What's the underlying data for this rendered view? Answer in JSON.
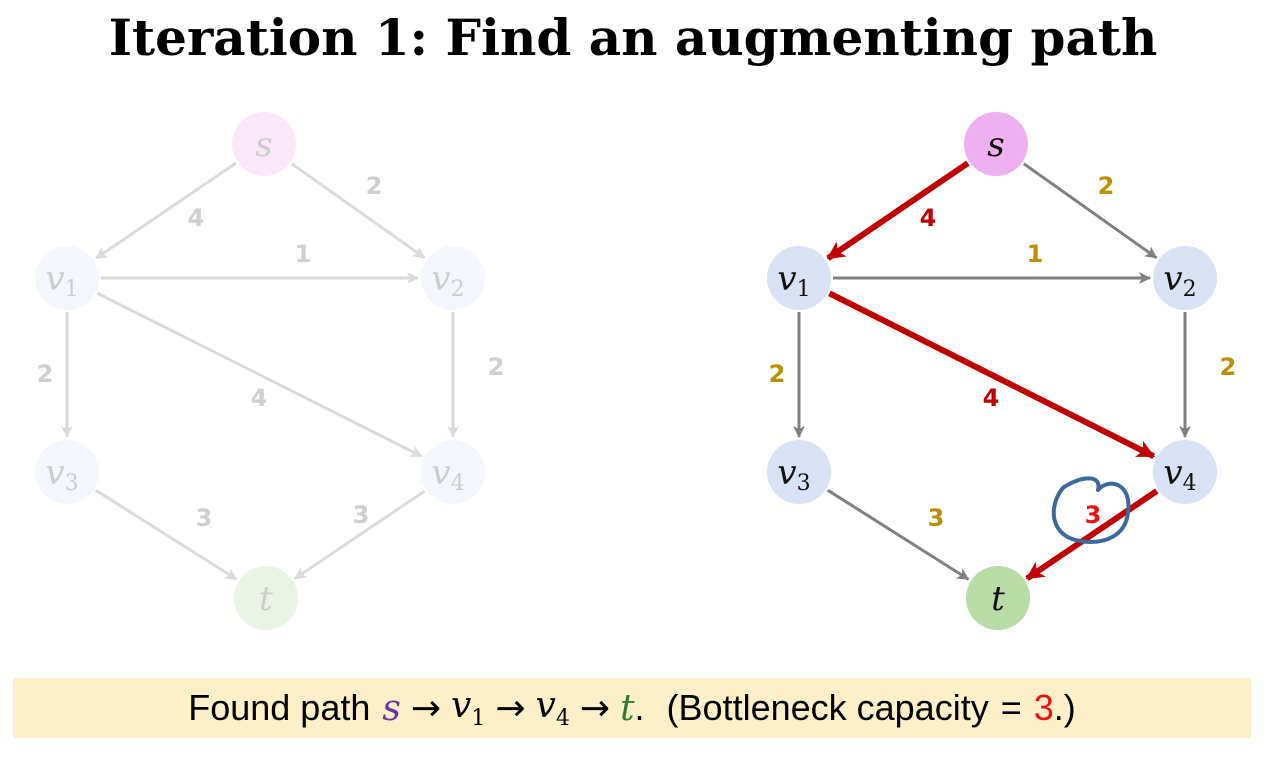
{
  "title": "Iteration 1: Find an augmenting path",
  "colors": {
    "source": "#efb0ef",
    "sink": "#b9dca6",
    "inner": "#d8e2f4",
    "edge": "#808080",
    "path": "#c00000",
    "capacity": "#bb9000",
    "bottleneck": "#ee1111",
    "annotation": "#3a6a9a",
    "caption_bg": "#fdf0c8",
    "s_text": "#7030a0",
    "t_text": "#2e7d32"
  },
  "graph": {
    "nodes": [
      {
        "id": "s",
        "base": "s",
        "sub": "",
        "kind": "source"
      },
      {
        "id": "v1",
        "base": "v",
        "sub": "1",
        "kind": "inner"
      },
      {
        "id": "v2",
        "base": "v",
        "sub": "2",
        "kind": "inner"
      },
      {
        "id": "v3",
        "base": "v",
        "sub": "3",
        "kind": "inner"
      },
      {
        "id": "v4",
        "base": "v",
        "sub": "4",
        "kind": "inner"
      },
      {
        "id": "t",
        "base": "t",
        "sub": "",
        "kind": "sink"
      }
    ],
    "edges": [
      {
        "from": "s",
        "to": "v1",
        "capacity": "4"
      },
      {
        "from": "s",
        "to": "v2",
        "capacity": "2"
      },
      {
        "from": "v1",
        "to": "v2",
        "capacity": "1"
      },
      {
        "from": "v1",
        "to": "v3",
        "capacity": "2"
      },
      {
        "from": "v1",
        "to": "v4",
        "capacity": "4"
      },
      {
        "from": "v2",
        "to": "v4",
        "capacity": "2"
      },
      {
        "from": "v3",
        "to": "t",
        "capacity": "3"
      },
      {
        "from": "v4",
        "to": "t",
        "capacity": "3"
      }
    ],
    "augmenting_path": [
      "s",
      "v1",
      "v4",
      "t"
    ],
    "bottleneck_edge": {
      "from": "v4",
      "to": "t"
    }
  },
  "caption": {
    "prefix": "Found path",
    "s": "s",
    "v1_base": "v",
    "v1_sub": "1",
    "v4_base": "v",
    "v4_sub": "4",
    "t": "t",
    "arrow": "→",
    "period": ".",
    "bottleneck_open": "(Bottleneck capacity",
    "equals": "=",
    "value": "3",
    "close": ".)"
  }
}
